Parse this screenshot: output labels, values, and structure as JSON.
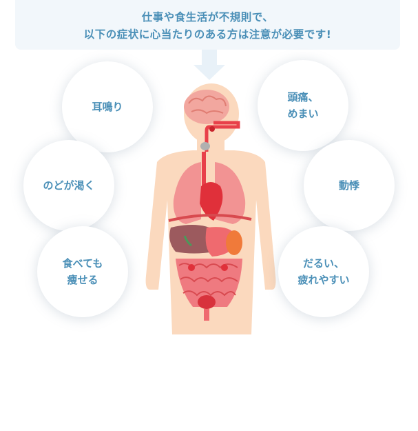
{
  "banner": {
    "line1": "仕事や食生活が不規則で、",
    "line2": "以下の症状に心当たりのある方は注意が必要です!"
  },
  "symptoms": {
    "tinnitus": "耳鳴り",
    "thirst": "のどが渇く",
    "weight_loss": "食べても\n痩せる",
    "headache": "頭痛、\nめまい",
    "palpitation": "動悸",
    "fatigue": "だるい、\n疲れやすい"
  },
  "colors": {
    "accent_text": "#4a8fb7",
    "banner_bg": "#f2f7fb",
    "skin": "#fbd9be",
    "organ_red": "#e8404a"
  }
}
